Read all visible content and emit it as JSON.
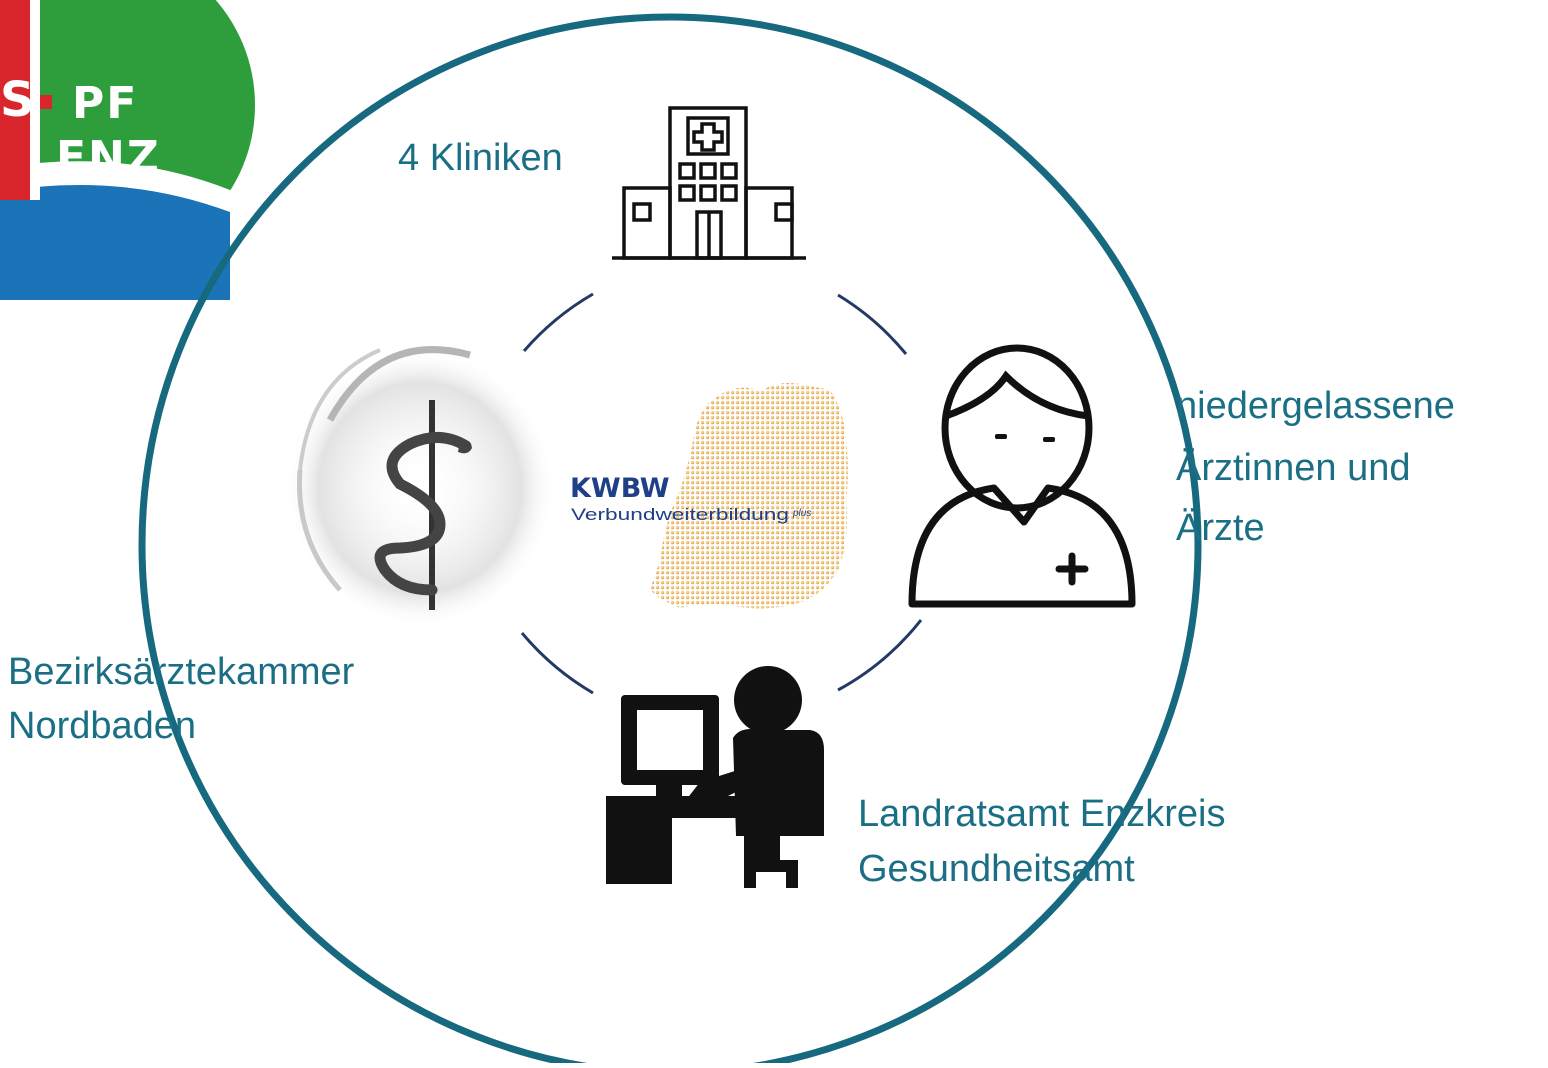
{
  "logo": {
    "letter_left": "S",
    "line1": "PF",
    "line2": "ENZ",
    "colors": {
      "green": "#2e9d3c",
      "red": "#d9262c",
      "blue": "#1b73b8"
    }
  },
  "center_logo": {
    "brand": "KWBW",
    "subtitle": "Verbundweiterbildung",
    "suffix": "plus"
  },
  "nodes": {
    "kliniken": {
      "label": "4 Kliniken",
      "icon": "hospital-icon"
    },
    "aerzte": {
      "lines": [
        "niedergelassene",
        "Ärztinnen und",
        "Ärzte"
      ],
      "icon": "doctor-icon"
    },
    "landratsamt": {
      "lines": [
        "Landratsamt Enzkreis",
        "Gesundheitsamt"
      ],
      "icon": "office-worker-icon"
    },
    "kammer": {
      "lines": [
        "Bezirksärztekammer",
        "Nordbaden"
      ],
      "icon": "aesculapian-staff-icon"
    }
  },
  "colors": {
    "ring": "#17697f",
    "connector": "#233a66",
    "text": "#1b6f85"
  }
}
